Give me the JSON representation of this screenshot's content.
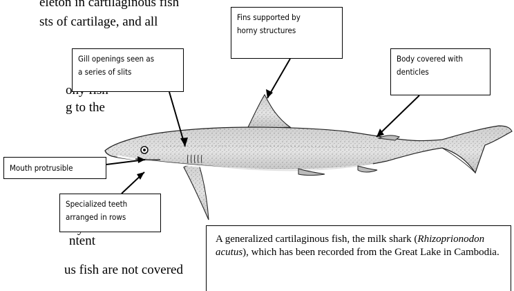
{
  "background_text": {
    "line_1": "eleton in cartilaginous fish",
    "line_2": "sts of cartilage, and all",
    "line_3": "ony fish",
    "line_4": "g to the",
    "line_5": "y",
    "line_6": "ntent",
    "line_7": "us fish are not covered"
  },
  "labels": {
    "fins": "Fins supported by\nhorny structures",
    "gill": "Gill openings seen as\na series of slits",
    "body": "Body covered with\ndenticles",
    "mouth": "Mouth protrusible",
    "teeth": "Specialized teeth\narranged in rows"
  },
  "caption": {
    "prefix": "A generalized cartilaginous fish, the milk shark (",
    "species": "Rhizoprionodon acutus",
    "suffix": "), which has been recorded from the Great Lake in Cambodia."
  }
}
